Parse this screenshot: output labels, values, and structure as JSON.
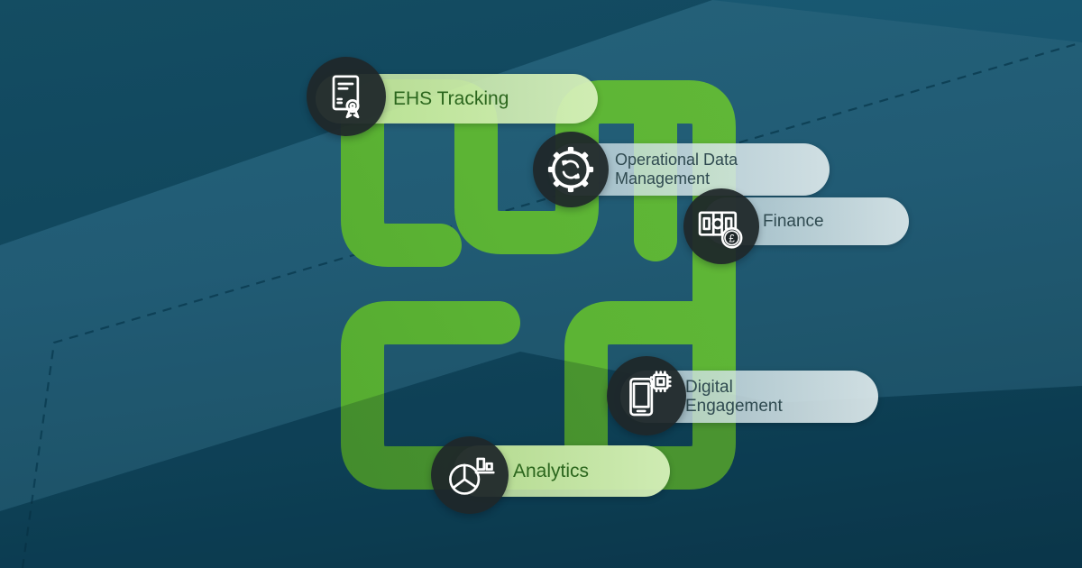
{
  "diagram": {
    "description": "Green pipeline maze infographic on teal backdrop",
    "nodes": [
      {
        "id": "ehs",
        "label": "EHS Tracking",
        "lines": [
          "EHS Tracking"
        ],
        "icon": "certificate-icon",
        "style": "green"
      },
      {
        "id": "odm",
        "label": "Operational Data Management",
        "lines": [
          "Operational Data",
          "Management"
        ],
        "icon": "gear-sync-icon",
        "style": "gray"
      },
      {
        "id": "finance",
        "label": "Finance",
        "lines": [
          "Finance"
        ],
        "icon": "banknote-pound-icon",
        "style": "gray"
      },
      {
        "id": "digital",
        "label": "Digital Engagement",
        "lines": [
          "Digital",
          "Engagement"
        ],
        "icon": "phone-chip-icon",
        "style": "gray"
      },
      {
        "id": "analytics",
        "label": "Analytics",
        "lines": [
          "Analytics"
        ],
        "icon": "pie-bar-chart-icon",
        "style": "green"
      }
    ],
    "colors": {
      "background_top": "#1a5b74",
      "background_bottom": "#0d3e54",
      "path_green_light": "#66bb3b",
      "path_green_dark": "#4da02c",
      "pill_green_text": "#2b661d",
      "pill_gray_text": "#2f4a50",
      "disc_background": "#1f2729",
      "icon_stroke": "#ffffff",
      "dashed_line": "#0b3c51",
      "currency_symbol": "£"
    }
  }
}
